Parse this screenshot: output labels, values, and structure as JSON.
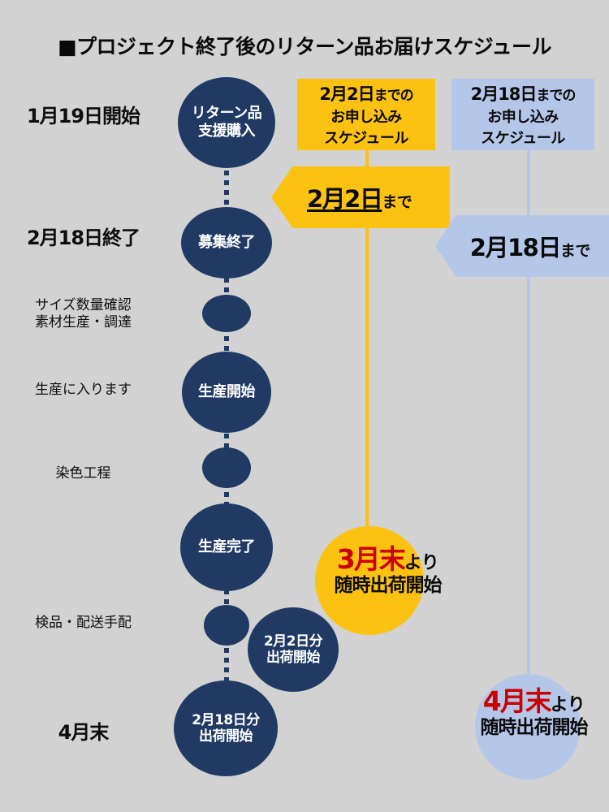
{
  "colors": {
    "background": "#d2d2d2",
    "navy": "#203a63",
    "yellow": "#fcc211",
    "light_blue": "#b5c7e8",
    "red": "#cc0000",
    "black": "#0a0a0a",
    "white": "#ffffff"
  },
  "title": "■プロジェクト終了後のリターン品お届けスケジュール",
  "left_labels": [
    {
      "text": "1月19日開始",
      "size": "big"
    },
    {
      "text": "2月18日終了",
      "size": "big"
    },
    {
      "text": "サイズ数量確認\n素材生産・調達",
      "size": "small"
    },
    {
      "text": "生産に入ります",
      "size": "small"
    },
    {
      "text": "染色工程",
      "size": "small"
    },
    {
      "text": "検品・配送手配",
      "size": "small"
    },
    {
      "text": "4月末",
      "size": "big"
    }
  ],
  "timeline_nodes": [
    {
      "label": "リターン品\n支援購入"
    },
    {
      "label": "募集終了"
    },
    {
      "label": ""
    },
    {
      "label": "生産開始"
    },
    {
      "label": ""
    },
    {
      "label": "生産完了"
    },
    {
      "label": ""
    },
    {
      "label": "2月2日分\n出荷開始"
    },
    {
      "label": "2月18日分\n出荷開始"
    }
  ],
  "yellow_track": {
    "header": {
      "line1_main": "2月2日",
      "line1_suffix": "までの",
      "line2": "お申し込み",
      "line3": "スケジュール"
    },
    "arrow": {
      "main": "2月2日",
      "suffix": "まで"
    },
    "outcome": {
      "month": "3月末",
      "yori": "より",
      "line2": "随時出荷開始"
    }
  },
  "blue_track": {
    "header": {
      "line1_main": "2月18日",
      "line1_suffix": "までの",
      "line2": "お申し込み",
      "line3": "スケジュール"
    },
    "arrow": {
      "main": "2月18日",
      "suffix": "まで"
    },
    "outcome": {
      "month": "4月末",
      "yori": "より",
      "line2": "随時出荷開始"
    }
  }
}
